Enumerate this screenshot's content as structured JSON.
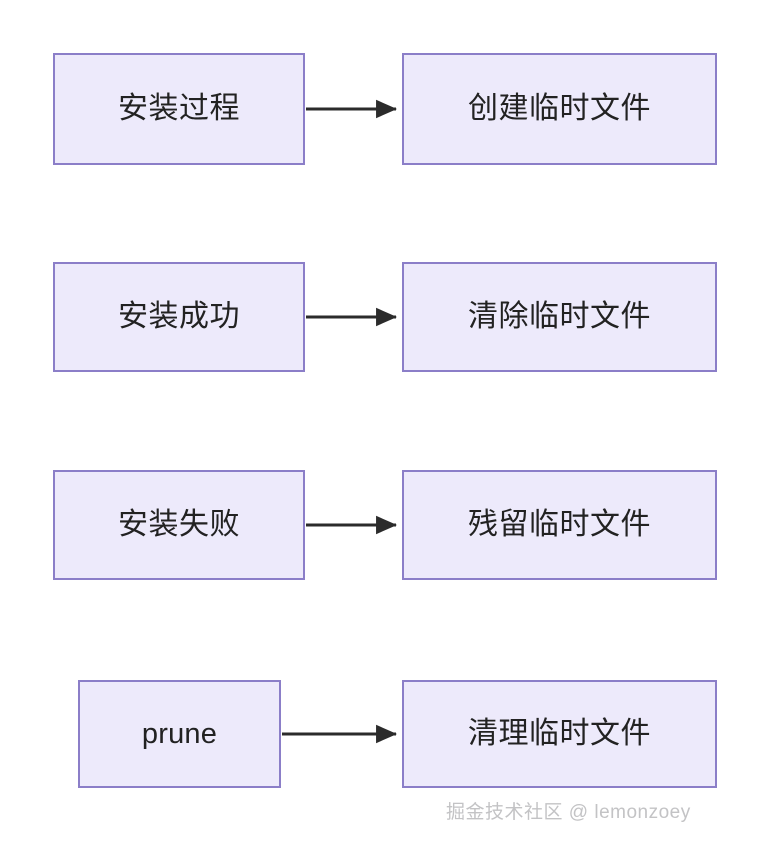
{
  "diagram": {
    "type": "flowchart",
    "orientation": "left-to-right",
    "background_color": "#ffffff",
    "node_fill_color": "#edeafb",
    "node_border_color": "#8b7ec8",
    "edge_color": "#2b2b2b",
    "rows": [
      {
        "source": {
          "label": "安装过程",
          "script": "han"
        },
        "target": {
          "label": "创建临时文件",
          "script": "han"
        },
        "edge": {
          "arrowhead": "solid-triangle",
          "direction": "right"
        }
      },
      {
        "source": {
          "label": "安装成功",
          "script": "han"
        },
        "target": {
          "label": "清除临时文件",
          "script": "han"
        },
        "edge": {
          "arrowhead": "solid-triangle",
          "direction": "right"
        }
      },
      {
        "source": {
          "label": "安装失败",
          "script": "han"
        },
        "target": {
          "label": "残留临时文件",
          "script": "han"
        },
        "edge": {
          "arrowhead": "solid-triangle",
          "direction": "right"
        }
      },
      {
        "source": {
          "label": "prune",
          "script": "latin"
        },
        "target": {
          "label": "清理临时文件",
          "script": "han"
        },
        "edge": {
          "arrowhead": "solid-triangle",
          "direction": "right"
        }
      }
    ]
  },
  "watermark": {
    "text": "掘金技术社区 @ lemonzoey",
    "color": "#c3c3c5"
  }
}
